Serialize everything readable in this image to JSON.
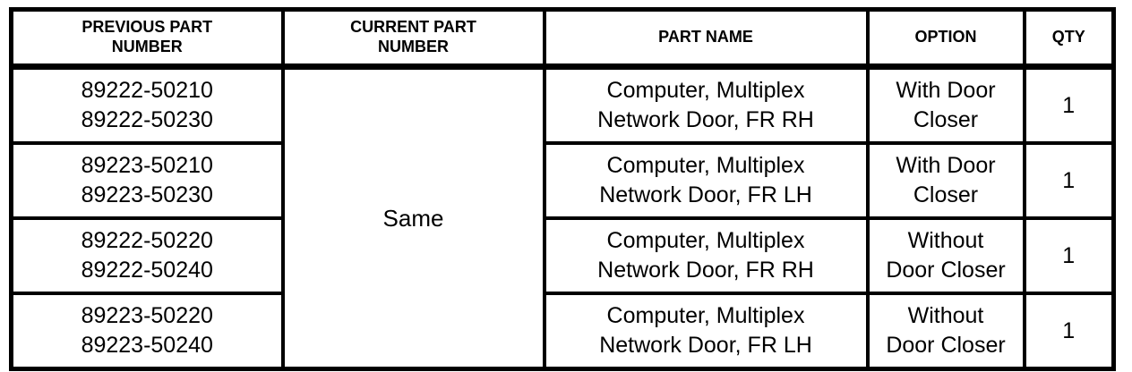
{
  "table": {
    "headers": {
      "previous": "PREVIOUS PART\nNUMBER",
      "current": "CURRENT PART\nNUMBER",
      "part_name": "PART NAME",
      "option": "OPTION",
      "qty": "QTY"
    },
    "current_merged_value": "Same",
    "rows": [
      {
        "previous": "89222-50210\n89222-50230",
        "part_name": "Computer, Multiplex\nNetwork Door, FR RH",
        "option": "With Door\nCloser",
        "qty": "1"
      },
      {
        "previous": "89223-50210\n89223-50230",
        "part_name": "Computer, Multiplex\nNetwork Door, FR LH",
        "option": "With Door\nCloser",
        "qty": "1"
      },
      {
        "previous": "89222-50220\n89222-50240",
        "part_name": "Computer, Multiplex\nNetwork Door, FR RH",
        "option": "Without\nDoor Closer",
        "qty": "1"
      },
      {
        "previous": "89223-50220\n89223-50240",
        "part_name": "Computer, Multiplex\nNetwork Door, FR LH",
        "option": "Without\nDoor Closer",
        "qty": "1"
      }
    ]
  },
  "colors": {
    "border": "#000000",
    "text": "#000000",
    "background": "#ffffff"
  }
}
